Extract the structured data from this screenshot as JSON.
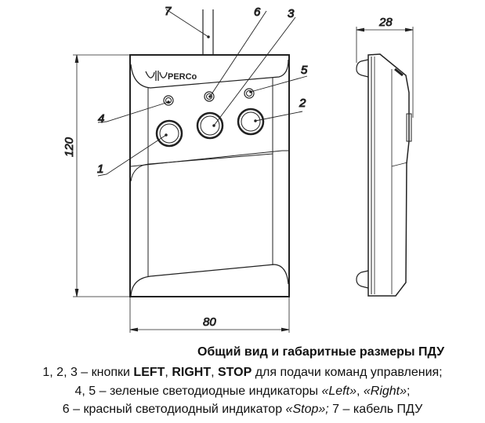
{
  "drawing": {
    "logo": "PERCo",
    "callouts": [
      "1",
      "2",
      "3",
      "4",
      "5",
      "6",
      "7"
    ],
    "dimensions": {
      "height": "120",
      "width": "80",
      "depth": "28"
    }
  },
  "caption": {
    "title": "Общий вид и габаритные размеры ПДУ",
    "line1": {
      "prefix": "1, 2, 3 – кнопки ",
      "b1": "LEFT",
      "sep1": ", ",
      "b2": "RIGHT",
      "sep2": ", ",
      "b3": "STOP",
      "suffix": " для подачи команд управления;"
    },
    "line2": {
      "prefix": "4, 5 – зеленые светодиодные индикаторы ",
      "i1": "«Left»",
      "sep": ", ",
      "i2": "«Right»",
      "suffix": ";"
    },
    "line3": {
      "prefix": "6 – красный светодиодный индикатор ",
      "i1": "«Stop»;",
      "suffix": " 7 – кабель ПДУ"
    }
  }
}
